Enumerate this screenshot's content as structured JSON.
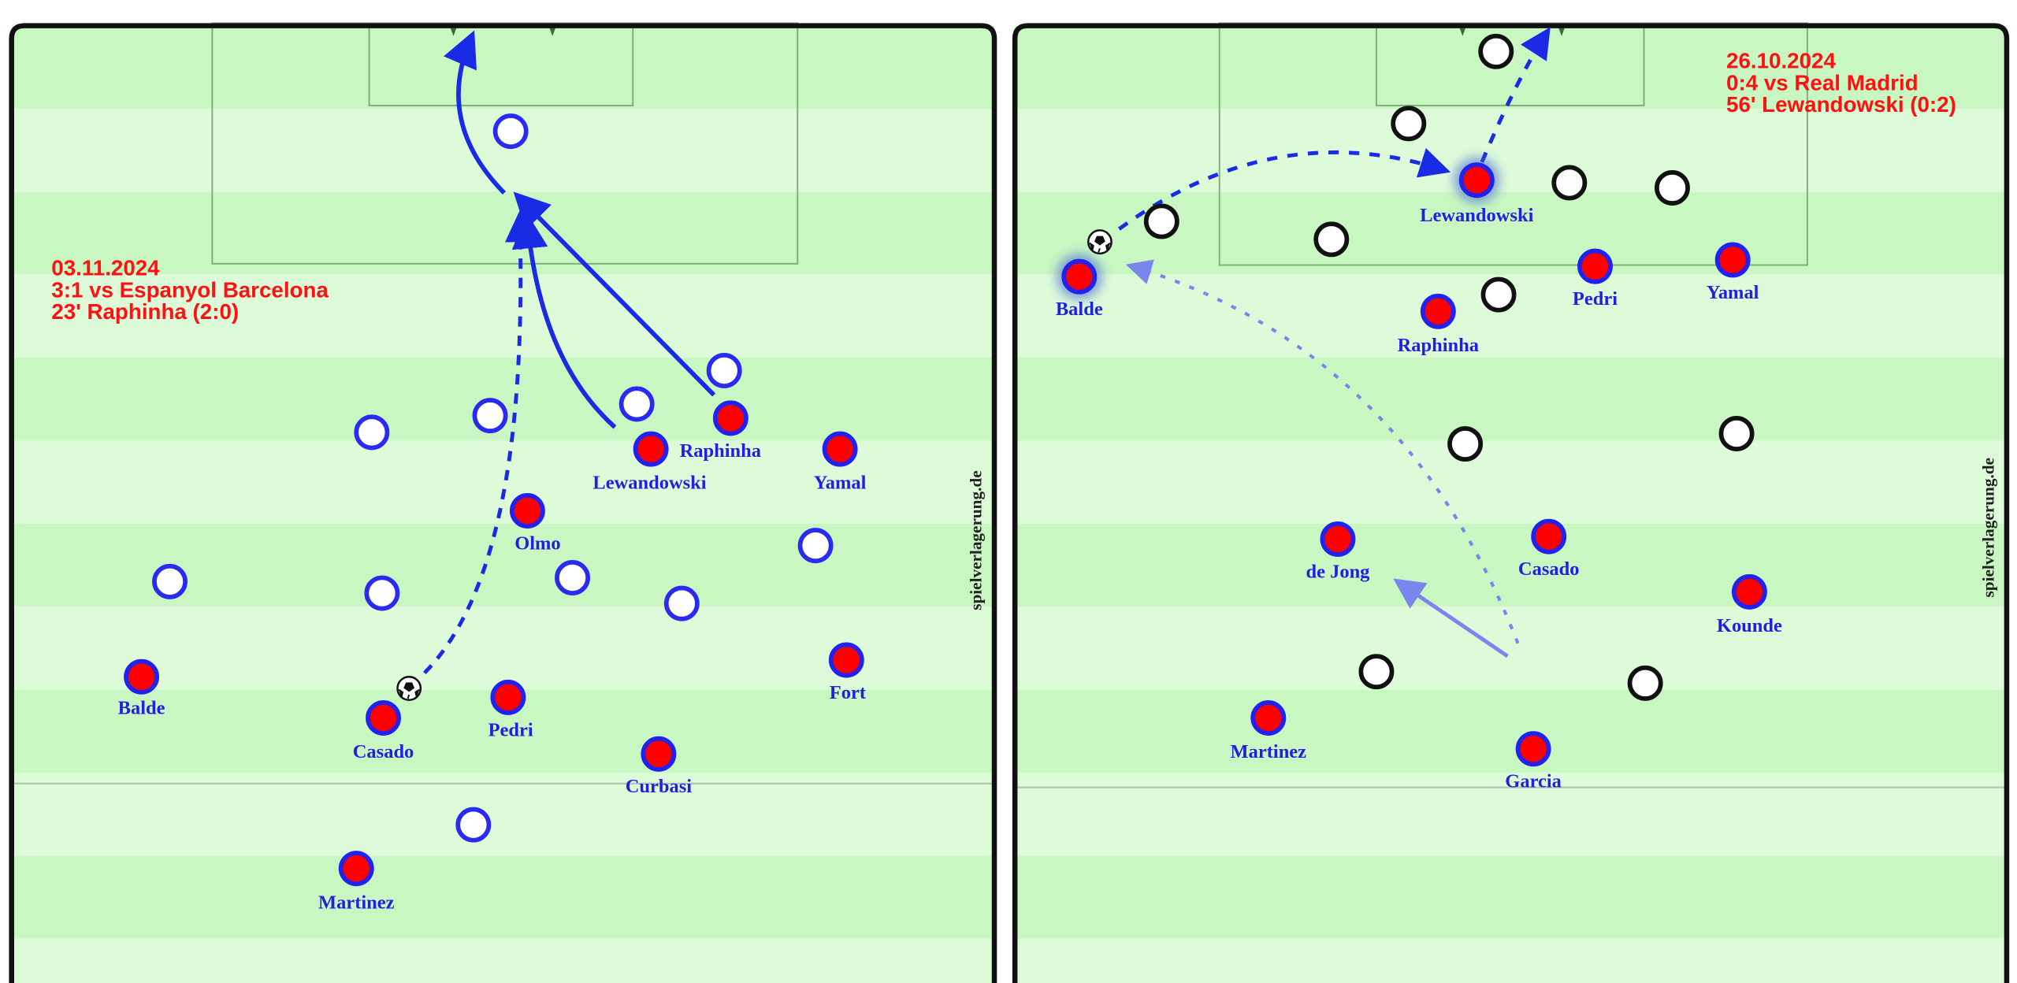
{
  "left_diagram": {
    "title": [
      "03.11.2024",
      "3:1 vs Espanyol Barcelona",
      "23' Raphinha (2:0)"
    ],
    "watermark": "spielverlagerung.de",
    "players": [
      "Raphinha",
      "Lewandowski",
      "Yamal",
      "Olmo",
      "Balde",
      "Casado",
      "Pedri",
      "Fort",
      "Curbasi",
      "Martinez"
    ]
  },
  "right_diagram": {
    "title": [
      "26.10.2024",
      "0:4 vs Real Madrid",
      "56' Lewandowski (0:2)"
    ],
    "watermark": "spielverlagerung.de",
    "players": [
      "Lewandowski",
      "Balde",
      "Pedri",
      "Yamal",
      "Raphinha",
      "de Jong",
      "Casado",
      "Kounde",
      "Martinez",
      "Garcia"
    ]
  },
  "colors": {
    "team": "#ff0000",
    "team_outline": "#2222ee",
    "text": "#2020e0",
    "title": "#ff1111",
    "pitch_dark": "#c9f7c2",
    "pitch_light": "#ddfbd9"
  }
}
